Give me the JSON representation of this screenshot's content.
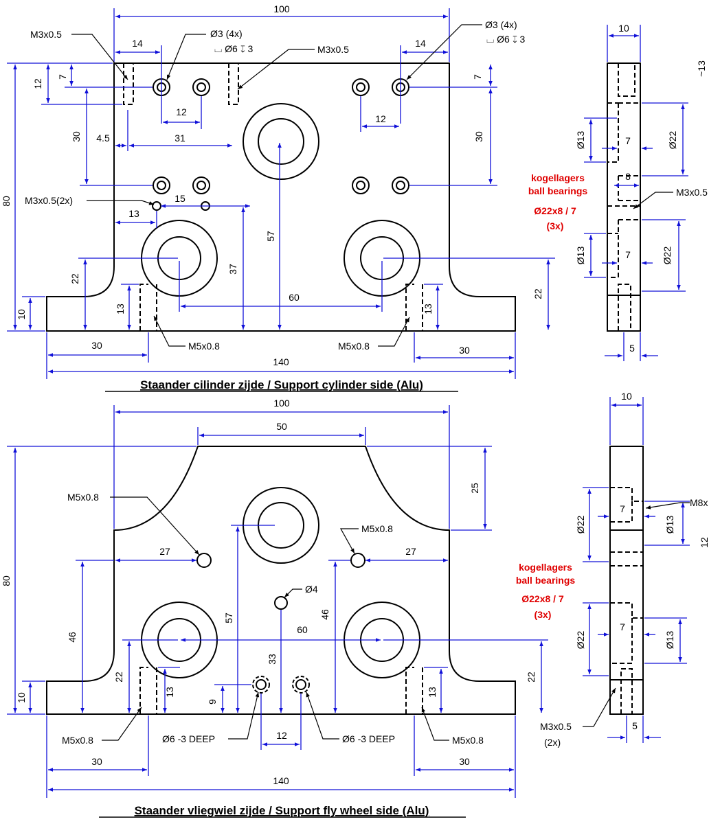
{
  "top": {
    "title": "Staander cilinder zijde / Support cylinder side (Alu)",
    "dims": {
      "w100": "100",
      "w14a": "14",
      "w14b": "14",
      "h80": "80",
      "h12": "12",
      "h7a": "7",
      "h7b": "7",
      "h30a": "30",
      "h30b": "30",
      "w12a": "12",
      "w12b": "12",
      "w4_5": "4.5",
      "w31": "31",
      "w15": "15",
      "w13": "13",
      "h57": "57",
      "h37": "37",
      "h22a": "22",
      "h22b": "22",
      "h10": "10",
      "h13a": "13",
      "h13b": "13",
      "w60": "60",
      "w30a": "30",
      "w30b": "30",
      "w140": "140"
    },
    "callouts": {
      "m3_tl": "M3x0.5",
      "d3_l": "Ø3 (4x)",
      "cb_l": "⌴ Ø6 ↧ 3",
      "m3_tm": "M3x0.5",
      "d3_r": "Ø3 (4x)",
      "cb_r": "⌴ Ø6 ↧ 3",
      "m3_2x": "M3x0.5(2x)",
      "m5_l": "M5x0.8",
      "m5_r": "M5x0.8"
    }
  },
  "top_side": {
    "dims": {
      "w10": "10",
      "d13a": "Ø13",
      "d13b": "Ø13",
      "d22a": "Ø22",
      "d22b": "Ø22",
      "h7a": "7",
      "h7b": "7",
      "h8": "8",
      "w5": "5",
      "edge": "~13"
    },
    "callouts": {
      "m3": "M3x0.5"
    },
    "bearings": {
      "l1": "kogellagers",
      "l2": "ball bearings",
      "l3": "Ø22x8 / 7",
      "l4": "(3x)"
    }
  },
  "bottom": {
    "title": "Staander vliegwiel zijde / Support fly wheel side (Alu)",
    "dims": {
      "w100": "100",
      "w50": "50",
      "h80": "80",
      "h25": "25",
      "w27a": "27",
      "w27b": "27",
      "h46a": "46",
      "h46b": "46",
      "h57": "57",
      "w60": "60",
      "h33": "33",
      "h22a": "22",
      "h22b": "22",
      "h13a": "13",
      "h13b": "13",
      "h10": "10",
      "h9": "9",
      "w12": "12",
      "w30a": "30",
      "w30b": "30",
      "w140": "140"
    },
    "callouts": {
      "m5_a": "M5x0.8",
      "m5_b": "M5x0.8",
      "d4": "Ø4",
      "d6_l": "Ø6 -3 DEEP",
      "d6_r": "Ø6 -3 DEEP",
      "m5_c": "M5x0.8",
      "m5_d": "M5x0.8"
    }
  },
  "bottom_side": {
    "dims": {
      "w10": "10",
      "d22a": "Ø22",
      "d22b": "Ø22",
      "d13a": "Ø13",
      "d13b": "Ø13",
      "h7a": "7",
      "h7b": "7",
      "w5": "5",
      "edge": "12"
    },
    "callouts": {
      "m8": "M8x",
      "m3": "M3x0.5",
      "m3n": "(2x)"
    },
    "bearings": {
      "l1": "kogellagers",
      "l2": "ball bearings",
      "l3": "Ø22x8 / 7",
      "l4": "(3x)"
    }
  },
  "colors": {
    "dimension": "#1010d8",
    "note": "#e00000",
    "outline": "#000000"
  }
}
